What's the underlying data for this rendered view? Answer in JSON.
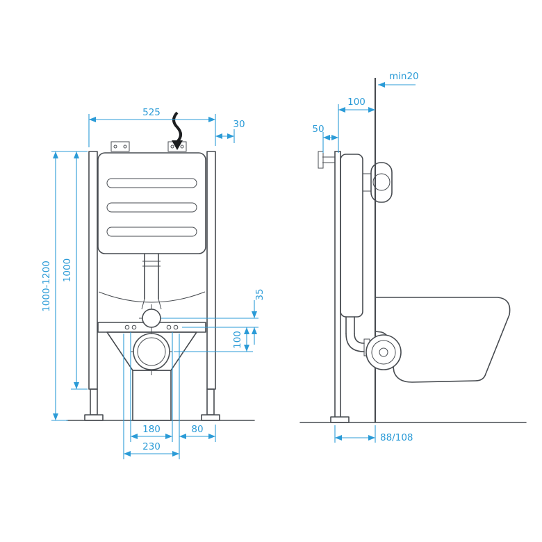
{
  "drawing": {
    "kind": "technical installation drawing",
    "subject": "concealed WC cistern mounting frame — front and side views"
  },
  "colors": {
    "structure": "#474b50",
    "dimension": "#2b9bd7",
    "inlet_arrow": "#1c1e20",
    "background": "#ffffff"
  },
  "front_view": {
    "width_top": "525",
    "top_right_offset": "30",
    "height_range": "1000-1200",
    "frame_height": "1000",
    "flush_offset": "35",
    "outlet_drop": "100",
    "bolt_spacing": "180",
    "edge_offset": "80",
    "outer_spacing": "230"
  },
  "side_view": {
    "wall_clearance": "min20",
    "frame_depth": "100",
    "bracket_depth": "50",
    "outlet_depth": "88/108"
  }
}
